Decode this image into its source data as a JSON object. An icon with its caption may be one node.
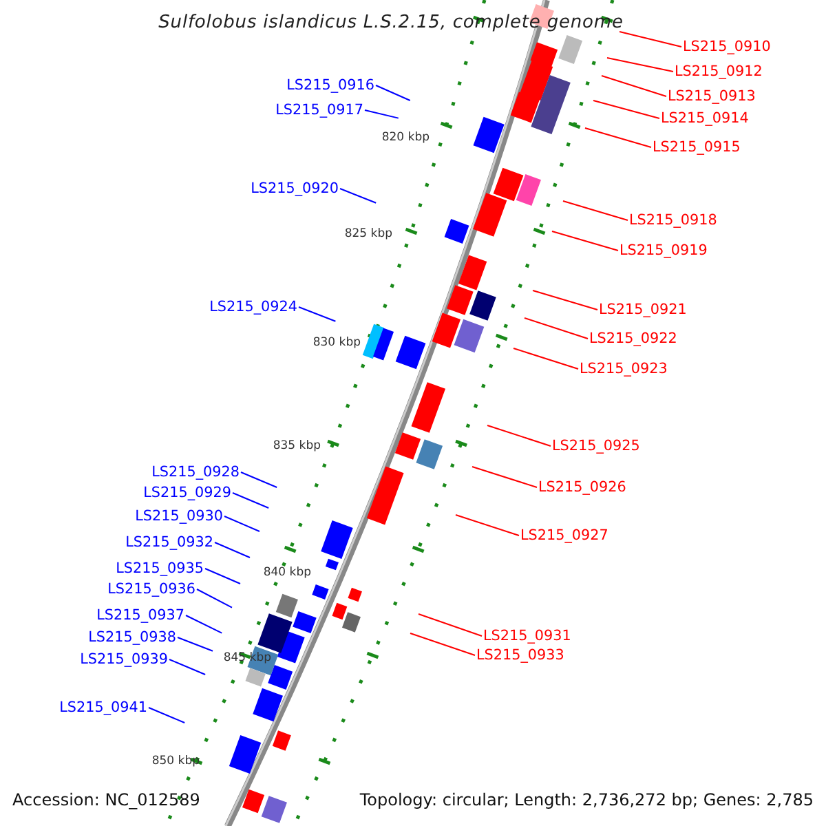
{
  "diagram": {
    "title": "Sulfolobus islandicus L.S.2.15, complete genome",
    "nodes": [
      {
        "text": [
          "LS215_0910"
        ]
      },
      {
        "text": [
          "LS215_0912"
        ]
      },
      {
        "text": [
          "LS215_0916"
        ]
      },
      {
        "text": [
          "LS215_0913"
        ]
      },
      {
        "text": [
          "LS215_0917"
        ]
      },
      {
        "text": [
          "LS215_0914"
        ]
      },
      {
        "text": [
          "LS215_0915"
        ]
      },
      {
        "text": [
          "LS215_0920"
        ]
      },
      {
        "text": [
          "LS215_0918"
        ]
      },
      {
        "text": [
          "LS215_0919"
        ]
      },
      {
        "text": [
          "LS215_0924"
        ]
      },
      {
        "text": [
          "LS215_0921"
        ]
      },
      {
        "text": [
          "LS215_0922"
        ]
      },
      {
        "text": [
          "LS215_0923"
        ]
      },
      {
        "text": [
          "LS215_0925"
        ]
      },
      {
        "text": [
          "LS215_0928"
        ]
      },
      {
        "text": [
          "LS215_0926"
        ]
      },
      {
        "text": [
          "LS215_0929"
        ]
      },
      {
        "text": [
          "LS215_0930"
        ]
      },
      {
        "text": [
          "LS215_0927"
        ]
      },
      {
        "text": [
          "LS215_0932"
        ]
      },
      {
        "text": [
          "LS215_0935"
        ]
      },
      {
        "text": [
          "LS215_0936"
        ]
      },
      {
        "text": [
          "LS215_0937"
        ]
      },
      {
        "text": [
          "LS215_0931"
        ]
      },
      {
        "text": [
          "LS215_0938"
        ]
      },
      {
        "text": [
          "LS215_0933"
        ]
      },
      {
        "text": [
          "LS215_0939"
        ]
      },
      {
        "text": [
          "LS215_0941"
        ]
      }
    ],
    "edges": [
      {
        "from": 0,
        "to": null,
        "arrow": "none"
      },
      {
        "from": 1,
        "to": null,
        "arrow": "none"
      },
      {
        "from": 2,
        "to": null,
        "arrow": "none",
        "color": "#0000ff"
      },
      {
        "from": 3,
        "to": null,
        "arrow": "none"
      },
      {
        "from": 4,
        "to": null,
        "arrow": "none",
        "color": "#0000ff"
      },
      {
        "from": 5,
        "to": null,
        "arrow": "none"
      },
      {
        "from": 6,
        "to": null,
        "arrow": "none"
      },
      {
        "from": 7,
        "to": null,
        "arrow": "none",
        "color": "#0000ff"
      },
      {
        "from": 8,
        "to": null,
        "arrow": "none"
      },
      {
        "from": 9,
        "to": null,
        "arrow": "none"
      },
      {
        "from": 10,
        "to": null,
        "arrow": "none",
        "color": "#0000ff"
      },
      {
        "from": 11,
        "to": null,
        "arrow": "none"
      },
      {
        "from": 12,
        "to": null,
        "arrow": "none"
      },
      {
        "from": 13,
        "to": null,
        "arrow": "none"
      },
      {
        "from": 14,
        "to": null,
        "arrow": "none"
      },
      {
        "from": 15,
        "to": null,
        "arrow": "none",
        "color": "#0000ff"
      },
      {
        "from": 16,
        "to": null,
        "arrow": "none"
      },
      {
        "from": 17,
        "to": null,
        "arrow": "none",
        "color": "#0000ff"
      },
      {
        "from": 18,
        "to": null,
        "arrow": "none",
        "color": "#0000ff"
      },
      {
        "from": 19,
        "to": null,
        "arrow": "none"
      },
      {
        "from": 20,
        "to": null,
        "arrow": "none",
        "color": "#0000ff"
      },
      {
        "from": 21,
        "to": null,
        "arrow": "none",
        "color": "#0000ff"
      },
      {
        "from": 22,
        "to": null,
        "arrow": "none",
        "color": "#0000ff"
      },
      {
        "from": 23,
        "to": null,
        "arrow": "none",
        "color": "#0000ff"
      },
      {
        "from": 24,
        "to": null,
        "arrow": "none"
      },
      {
        "from": 25,
        "to": null,
        "arrow": "none",
        "color": "#0000ff"
      },
      {
        "from": 26,
        "to": null,
        "arrow": "none"
      },
      {
        "from": 27,
        "to": null,
        "arrow": "none",
        "color": "#0000ff"
      },
      {
        "from": 28,
        "to": null,
        "arrow": "none",
        "color": "#0000ff"
      }
    ],
    "labels": [
      "820 kbp",
      "825 kbp",
      "830 kbp",
      "835 kbp",
      "840 kbp",
      "845 kbp",
      "850 kbp",
      "Accession: NC_012589",
      "Topology: circular; Length: 2,736,272 bp; Genes: 2,785"
    ]
  }
}
